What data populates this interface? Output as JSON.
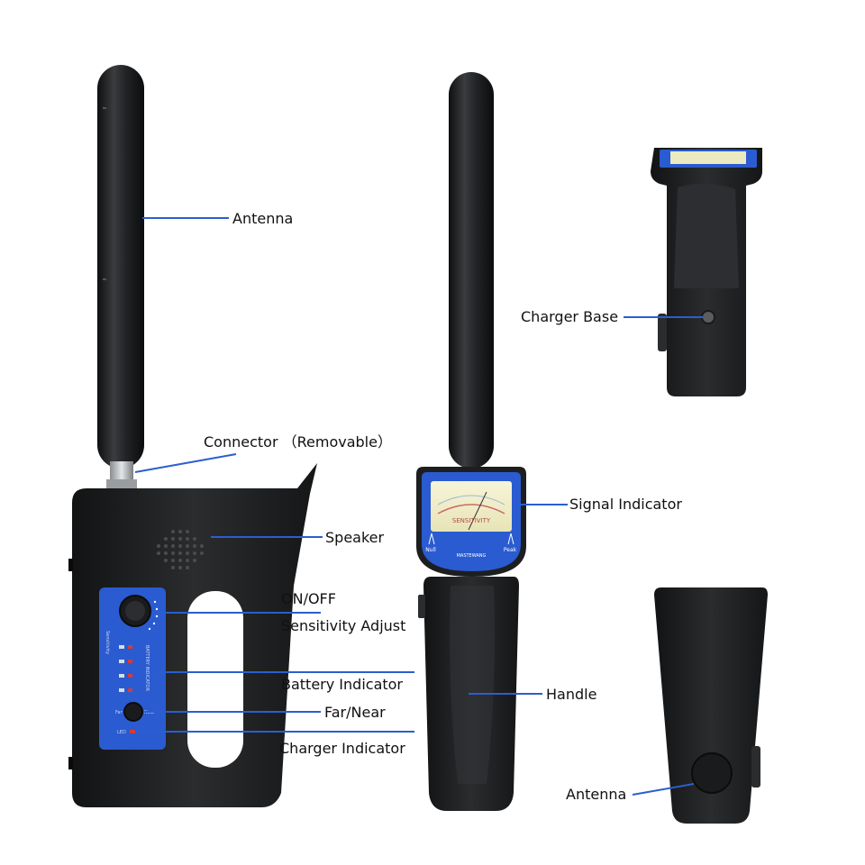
{
  "labels": {
    "antenna_top": "Antenna",
    "connector": "Connector （Removable）",
    "speaker": "Speaker",
    "on_off": "ON/OFF",
    "sensitivity": "Sensitivity Adjust",
    "battery": "Battery Indicator",
    "far_near": "Far/Near",
    "charger_indicator": "Charger Indicator",
    "signal_indicator": "Signal Indicator",
    "handle": "Handle",
    "charger_base": "Charger Base",
    "antenna_bottom": "Antenna"
  },
  "meter": {
    "sensitivity_text": "SENSITIVITY",
    "null_text": "Null",
    "peak_text": "Peak",
    "brand_text": "MASTEWANG"
  },
  "panel": {
    "sensitivity_side": "Sensitivity",
    "battery_side": "BATTERY INDICATOR",
    "far_text": "Far",
    "near_text": "Near",
    "led_text": "LED"
  },
  "colors": {
    "leader": "#2b5ecf",
    "device_body": "#1e1f21",
    "panel_blue": "#2a5bd0",
    "meter_face": "#f1efc9"
  }
}
